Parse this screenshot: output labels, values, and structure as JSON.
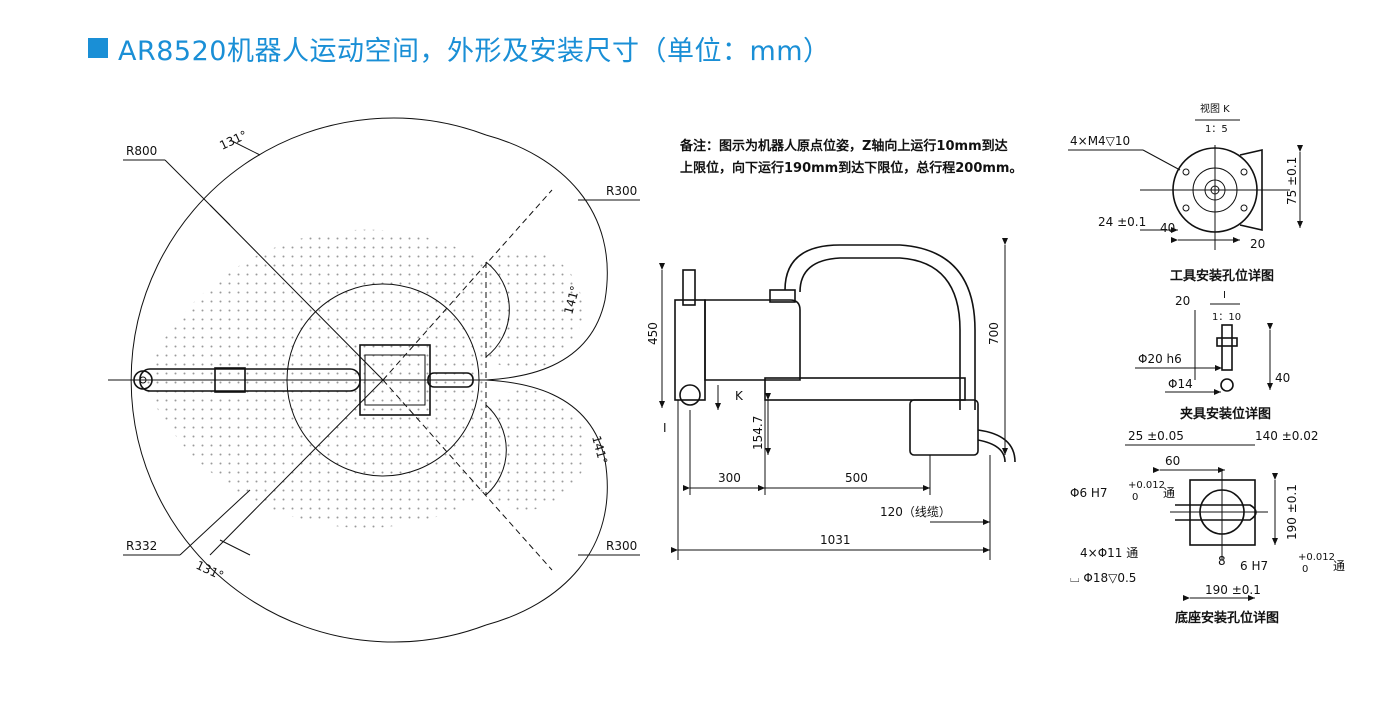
{
  "title": "AR8520机器人运动空间，外形及安装尺寸（单位：mm）",
  "colors": {
    "accent": "#1a8fd6",
    "line": "#111111",
    "dots": "#9a9a9a"
  },
  "workspace": {
    "radius_main": "R800",
    "radius_inner": "R332",
    "radius_top": "R300",
    "radius_bottom": "R300",
    "angle_top": "131°",
    "angle_bottom": "131°",
    "angle_right_top": "141°",
    "angle_right_bottom": "141°"
  },
  "note": {
    "line1": "备注：图示为机器人原点位姿，Z轴向上运行10mm到达",
    "line2": "上限位，向下运行190mm到达下限位，总行程200mm。"
  },
  "side_view": {
    "height_450": "450",
    "height_700": "700",
    "height_154": "154.7",
    "len_300": "300",
    "len_500": "500",
    "len_120": "120（线缆）",
    "len_1031": "1031",
    "mark_k": "K",
    "mark_i": "I"
  },
  "tool_detail": {
    "view": "视图 K",
    "scale": "1：5",
    "holes": "4×M4▽10",
    "d24": "24 ±0.1",
    "d40": "40",
    "d20": "20",
    "d75": "75 ±0.1",
    "caption": "工具安装孔位详图"
  },
  "clamp_detail": {
    "d20": "20",
    "view": "I",
    "scale": "1：10",
    "shaft": "Φ20 h6",
    "d14": "Φ14",
    "d40": "40",
    "caption": "夹具安装位详图"
  },
  "base_detail": {
    "d25": "25 ±0.05",
    "d140": "140 ±0.02",
    "d60": "60",
    "pin": "Φ6 H7",
    "tol_up": "+0.012",
    "tol_low": "0",
    "through": "通",
    "d190v": "190 ±0.1",
    "holes": "4×Φ11 通",
    "cbore": "⌴ Φ18▽0.5",
    "d8": "8",
    "pin2": "6 H7",
    "d190h": "190 ±0.1",
    "caption": "底座安装孔位详图"
  }
}
